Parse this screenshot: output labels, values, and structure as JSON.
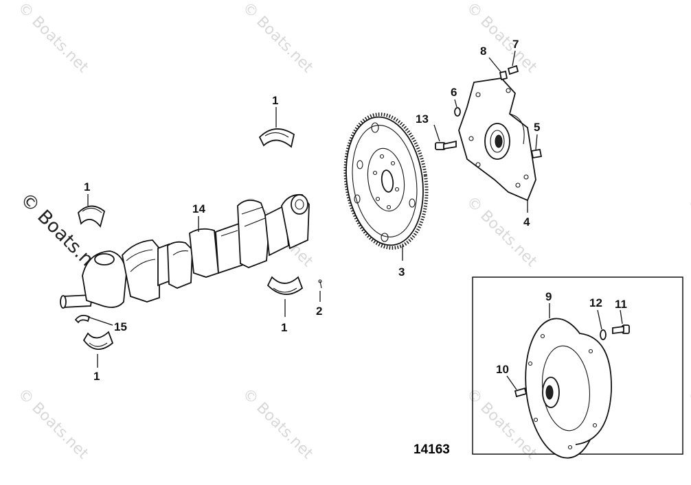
{
  "watermark": {
    "text": "© Boats.net"
  },
  "diagram": {
    "part_number": "14163",
    "callouts": [
      {
        "id": "c1a",
        "label": "1"
      },
      {
        "id": "c1b",
        "label": "1"
      },
      {
        "id": "c1c",
        "label": "1"
      },
      {
        "id": "c1d",
        "label": "1"
      },
      {
        "id": "c2",
        "label": "2"
      },
      {
        "id": "c3",
        "label": "3"
      },
      {
        "id": "c4",
        "label": "4"
      },
      {
        "id": "c5",
        "label": "5"
      },
      {
        "id": "c6",
        "label": "6"
      },
      {
        "id": "c7",
        "label": "7"
      },
      {
        "id": "c8",
        "label": "8"
      },
      {
        "id": "c9",
        "label": "9"
      },
      {
        "id": "c10",
        "label": "10"
      },
      {
        "id": "c11",
        "label": "11"
      },
      {
        "id": "c12",
        "label": "12"
      },
      {
        "id": "c13",
        "label": "13"
      },
      {
        "id": "c14",
        "label": "14"
      },
      {
        "id": "c15",
        "label": "15"
      }
    ]
  }
}
